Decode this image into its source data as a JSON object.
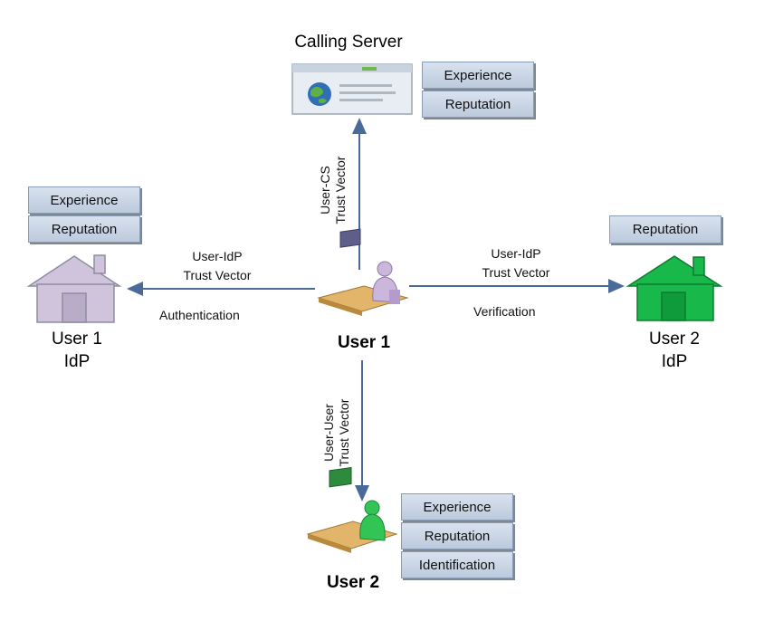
{
  "nodes": {
    "calling_server": {
      "label": "Calling Server",
      "attributes": [
        "Experience",
        "Reputation"
      ]
    },
    "user1_idp": {
      "label_line1": "User 1",
      "label_line2": "IdP",
      "attributes": [
        "Experience",
        "Reputation"
      ]
    },
    "user2_idp": {
      "label_line1": "User 2",
      "label_line2": "IdP",
      "attributes": [
        "Reputation"
      ]
    },
    "user1": {
      "label": "User 1"
    },
    "user2": {
      "label": "User 2",
      "attributes": [
        "Experience",
        "Reputation",
        "Identification"
      ]
    }
  },
  "edges": {
    "to_user1_idp": {
      "line1": "User-IdP",
      "line2": "Trust Vector",
      "action": "Authentication"
    },
    "to_user2_idp": {
      "line1": "User-IdP",
      "line2": "Trust Vector",
      "action": "Verification"
    },
    "to_calling_server": {
      "line1": "User-CS",
      "line2": "Trust Vector"
    },
    "to_user2": {
      "line1": "User-User",
      "line2": "Trust Vector"
    }
  },
  "colors": {
    "house_user1": "#cfc4dc",
    "house_user2": "#19b84a",
    "arrow": "#4a6a99",
    "attr_box": "#c9d5e6"
  },
  "icons": [
    "server-window-icon",
    "house-icon",
    "user-at-desk-icon"
  ]
}
